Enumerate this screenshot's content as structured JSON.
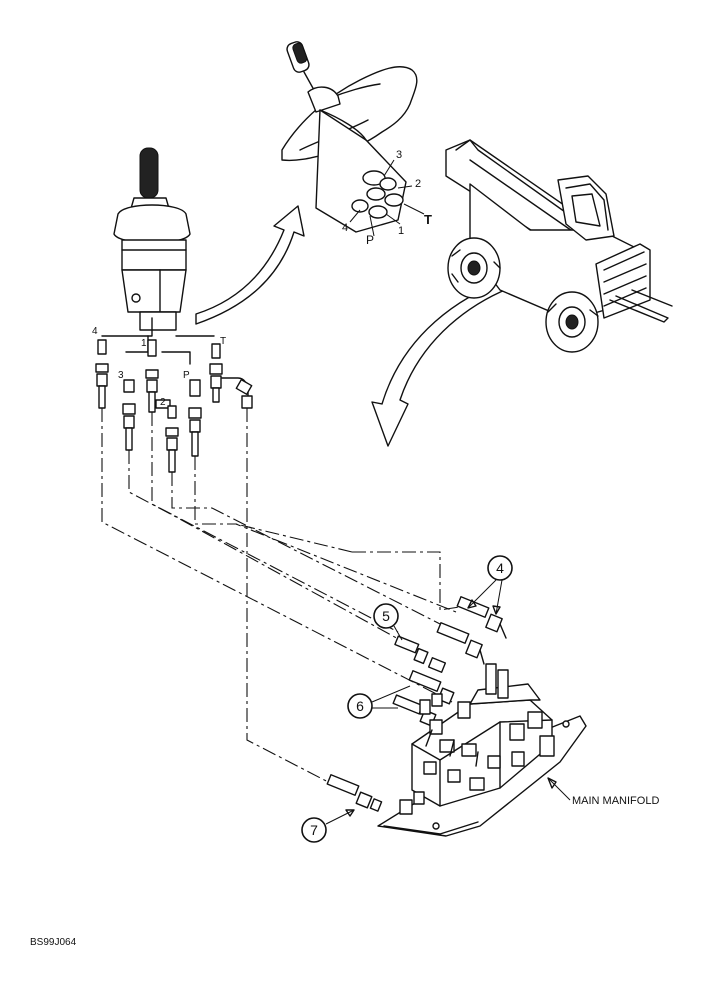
{
  "callouts": {
    "c4": "4",
    "c5": "5",
    "c6": "6",
    "c7": "7"
  },
  "port_labels": {
    "top_p1": "1",
    "top_p2": "2",
    "top_p3": "3",
    "top_p4": "4",
    "top_pP": "P",
    "top_pT": "T"
  },
  "fitting_labels": {
    "f4": "4",
    "f1": "1",
    "fT": "T",
    "f3": "3",
    "fP": "P",
    "f2": "2"
  },
  "main_manifold_label": "MAIN MANIFOLD",
  "figure_code": "BS99J064"
}
